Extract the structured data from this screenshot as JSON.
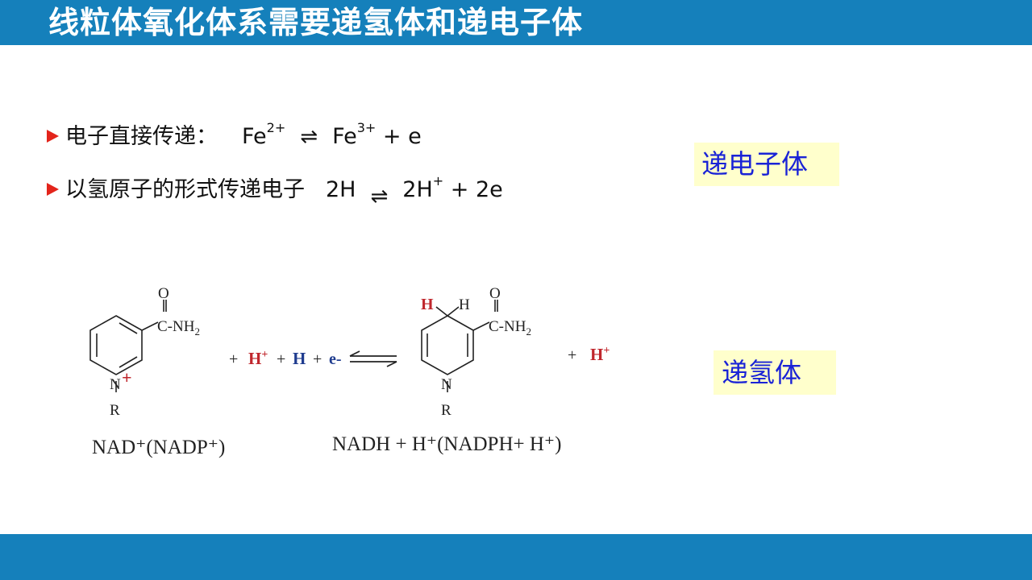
{
  "slide": {
    "title": "线粒体氧化体系需要递氢体和递电子体",
    "bullets": [
      {
        "label": "电子直接传递：",
        "equation": {
          "left": "Fe",
          "left_sup": "2+",
          "arrow": "⇌",
          "right": "Fe",
          "right_sup": "3+",
          "tail": " + e"
        }
      },
      {
        "label": "以氢原子的形式传递电子",
        "equation": {
          "left": "2H",
          "arrow": "⇌",
          "right": "2H",
          "right_sup": "+",
          "tail": " + 2e"
        }
      }
    ],
    "tags": {
      "electron_carrier": "递电子体",
      "hydrogen_carrier": "递氢体"
    },
    "diagram": {
      "left_molecule": {
        "carbonyl_o": "O",
        "amide": "C-NH",
        "amide_sub": "2",
        "ring_n": "N",
        "charge": "+",
        "r_group": "R",
        "caption": "NAD⁺(NADP⁺)"
      },
      "reaction": {
        "plus1": "+",
        "h_ion": "H",
        "h_ion_sup": "+",
        "plus2": "+",
        "h_atom": "H",
        "plus3": "+",
        "electron": "e-"
      },
      "right_molecule": {
        "h_red": "H",
        "h_black": "H",
        "carbonyl_o": "O",
        "amide": "C-NH",
        "amide_sub": "2",
        "ring_n": "N",
        "r_group": "R",
        "caption": "NADH + H⁺(NADPH+ H⁺)"
      },
      "product_plus": "+",
      "product_h": "H",
      "product_h_sup": "+",
      "colors": {
        "red": "#c0272d",
        "blue": "#1f3c8f",
        "black": "#222222"
      }
    }
  }
}
